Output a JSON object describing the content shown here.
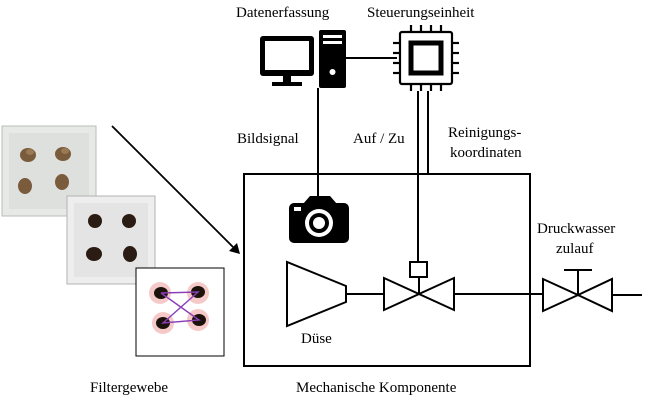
{
  "labels": {
    "data_acquisition": "Datenerfassung",
    "control_unit": "Steuerungseinheit",
    "image_signal": "Bildsignal",
    "open_close": "Auf / Zu",
    "cleaning_coords_line1": "Reinigungs-",
    "cleaning_coords_line2": "koordinaten",
    "pressurized_water_line1": "Druckwasser",
    "pressurized_water_line2": "zulauf",
    "nozzle": "Düse",
    "filter_fabric": "Filtergewebe",
    "mechanical_component": "Mechanische Komponente"
  },
  "icons": {
    "computer": "desktop-computer-icon",
    "controller": "microchip-icon",
    "camera": "camera-icon",
    "valve": "valve-symbol",
    "nozzle": "nozzle-symbol"
  },
  "colors": {
    "stroke": "#000000",
    "photo1_bg": "#e7e9e7",
    "photo2_bg": "#eeeeee",
    "soil_light": "#7a5c3c",
    "soil_dark": "#2a1c12",
    "highlight_pink": "#f6c9c9",
    "connection_purple": "#8a3fb8"
  }
}
